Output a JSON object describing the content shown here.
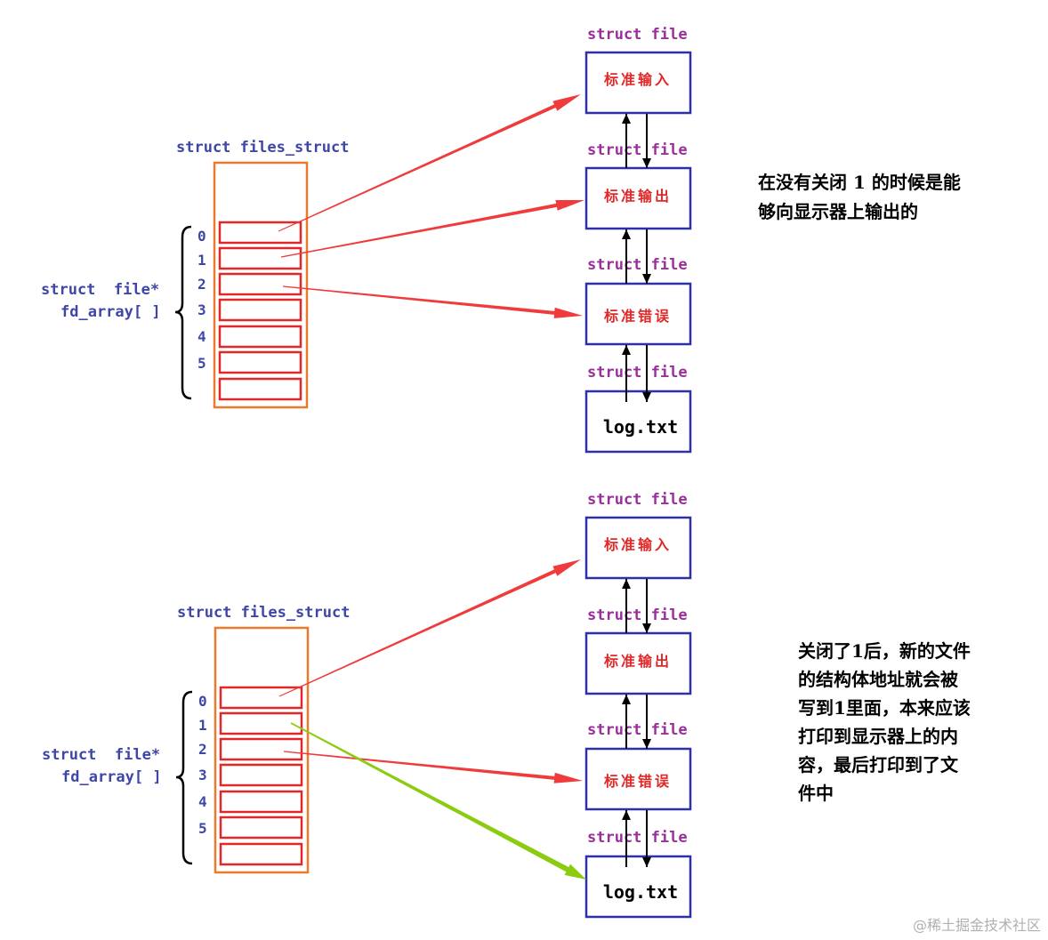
{
  "colors": {
    "purple": "#9a2f9a",
    "blue": "#3e47a8",
    "red": "#e02828",
    "orange": "#ec7a2c",
    "boxblue": "#2f2fa8",
    "arrow_red": "#ef3b3b",
    "arrow_green": "#8ccc10",
    "black": "#000000",
    "watermark": "#b0b0b0"
  },
  "top": {
    "files_struct_label": "struct files_struct",
    "fd_array_label_1": "struct  file*",
    "fd_array_label_2": "fd_array[ ]",
    "indices": [
      "0",
      "1",
      "2",
      "3",
      "4",
      "5"
    ],
    "struct_file_label": "struct file",
    "files": [
      "标准输入",
      "标准输出",
      "标准错误",
      "log.txt"
    ],
    "note": [
      "在没有关闭 1 的时候是能",
      "够向显示器上输出的"
    ]
  },
  "bottom": {
    "files_struct_label": "struct files_struct",
    "fd_array_label_1": "struct  file*",
    "fd_array_label_2": "fd_array[ ]",
    "indices": [
      "0",
      "1",
      "2",
      "3",
      "4",
      "5"
    ],
    "struct_file_label": "struct file",
    "files": [
      "标准输入",
      "标准输出",
      "标准错误",
      "log.txt"
    ],
    "note": [
      "关闭了1后，新的文件",
      "的结构体地址就会被",
      "写到1里面，本来应该",
      "打印到显示器上的内",
      "容，最后打印到了文",
      "件中"
    ]
  },
  "watermark": "@稀土掘金技术社区"
}
